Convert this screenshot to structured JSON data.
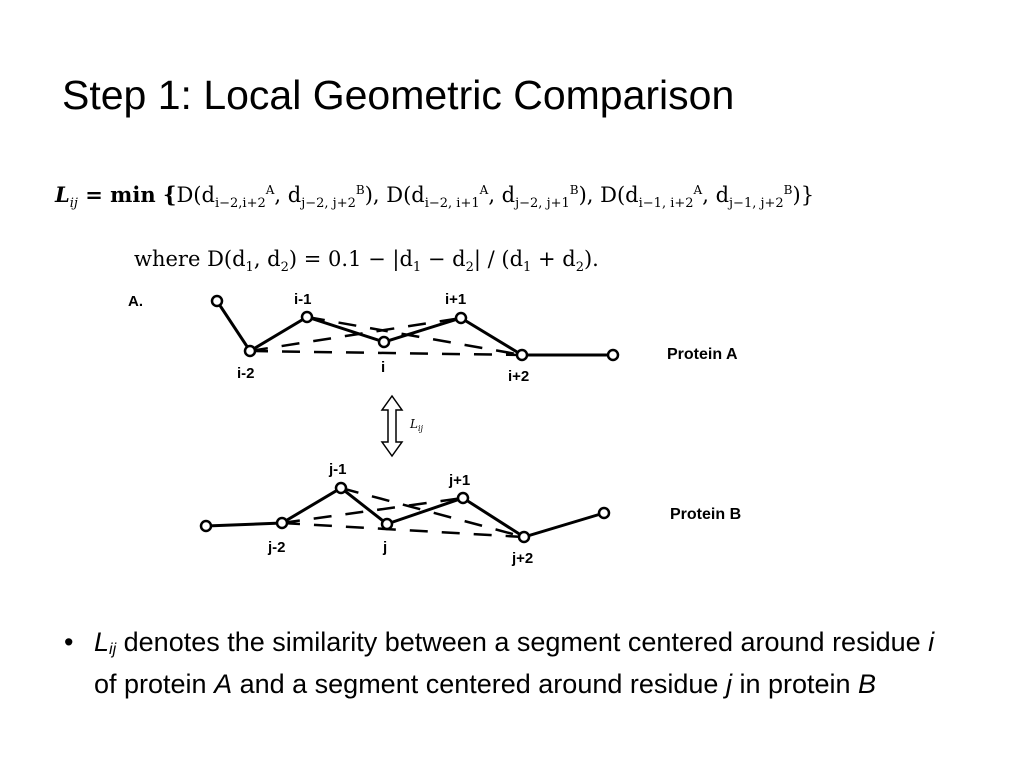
{
  "title": "Step 1: Local Geometric Comparison",
  "formula": {
    "lhs": "L",
    "lhs_sub": "ij",
    "eq": " = min {",
    "t1a": "D(d",
    "t1a_sub": "i−2,i+2",
    "t1a_sup": "A",
    "t1b": ", d",
    "t1b_sub": "j−2, j+2",
    "t1b_sup": "B",
    "t1c": "), ",
    "t2a": "D(d",
    "t2a_sub": "i−2, i+1",
    "t2a_sup": "A",
    "t2b": ", d",
    "t2b_sub": "j−2, j+1",
    "t2b_sup": "B",
    "t2c": "),  ",
    "t3a": "D(d",
    "t3a_sub": "i−1, i+2",
    "t3a_sup": "A",
    "t3b": ", d",
    "t3b_sub": "j−1, j+2",
    "t3b_sup": "B",
    "t3c": ")}",
    "where_a": "where D(d",
    "where_s1": "1",
    "where_b": ", d",
    "where_s2": "2",
    "where_c": ") = 0.1 − |d",
    "where_s3": "1",
    "where_d": " − d",
    "where_s4": "2",
    "where_e": "| / (d",
    "where_s5": "1",
    "where_f": " + d",
    "where_s6": "2",
    "where_g": ")."
  },
  "diagram": {
    "panel_label": "A.",
    "protein_a_label": "Protein A",
    "protein_b_label": "Protein B",
    "a_labels": [
      "i-2",
      "i-1",
      "i",
      "i+1",
      "i+2"
    ],
    "b_labels": [
      "j-2",
      "j-1",
      "j",
      "j+1",
      "j+2"
    ],
    "arrow_label": "L",
    "arrow_label_sub": "ij"
  },
  "bullet": {
    "dot": "•",
    "l": "L",
    "l_sub": "ij",
    "p1": " denotes the similarity between a segment centered around residue ",
    "i": "i",
    "p2": " of protein ",
    "A": "A",
    "p3": " and a segment centered around residue ",
    "j": "j",
    "p4": " in protein ",
    "B": "B"
  }
}
